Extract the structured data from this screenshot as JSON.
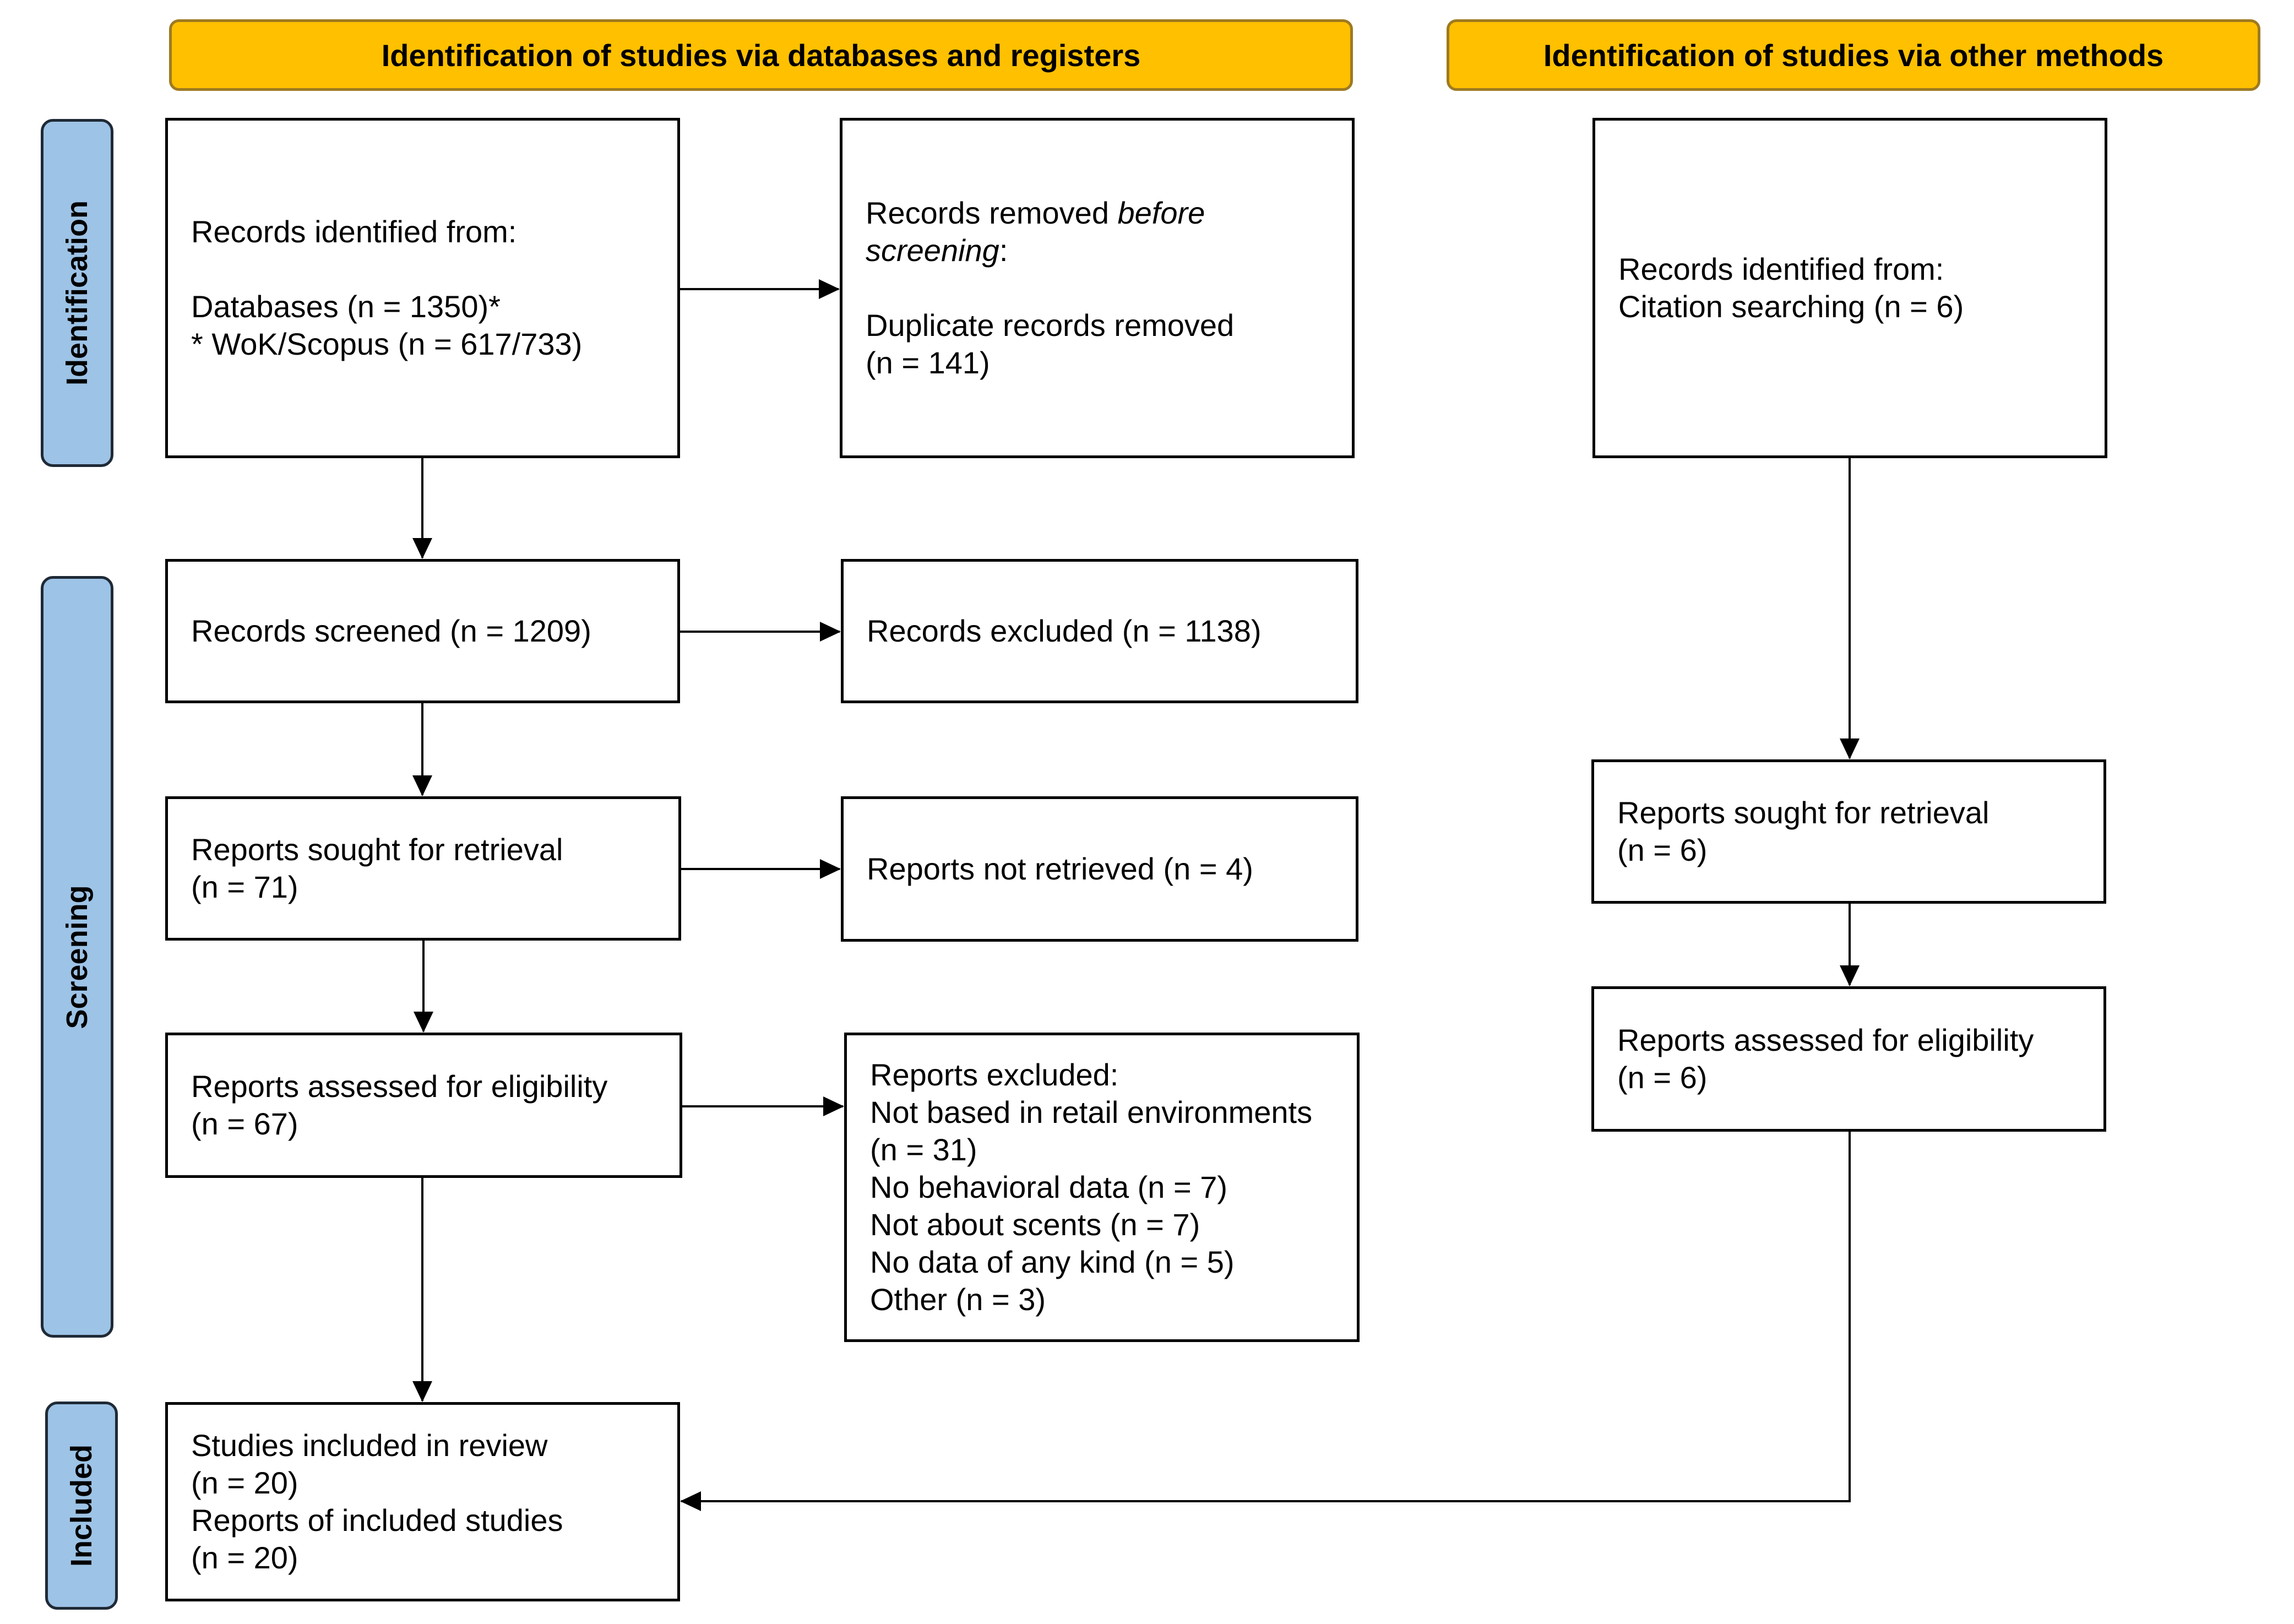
{
  "headers": {
    "databases": "Identification of studies via databases and registers",
    "other": "Identification of studies via other methods"
  },
  "phases": {
    "identification": "Identification",
    "screening": "Screening",
    "included": "Included"
  },
  "boxes": {
    "records_identified": {
      "intro": "Records identified from:",
      "databases": "Databases (n = 1350)*",
      "sources": "* WoK/Scopus (n = 617/733)"
    },
    "records_removed": {
      "label_prefix": "Records removed ",
      "label_italic": "before",
      "label_italic2": "screening",
      "label_colon": ":",
      "duplicates": "Duplicate records removed",
      "duplicates_n": "(n = 141)"
    },
    "other_identified": {
      "intro": "Records identified from:",
      "citation": "Citation searching (n = 6)"
    },
    "records_screened": {
      "text": "Records screened (n = 1209)"
    },
    "records_excluded": {
      "text": "Records excluded (n = 1138)"
    },
    "reports_sought": {
      "label": "Reports sought for retrieval",
      "n": "(n = 71)"
    },
    "reports_not_retrieved": {
      "text": "Reports not retrieved (n = 4)"
    },
    "reports_assessed": {
      "label": "Reports assessed for eligibility",
      "n": "(n = 67)"
    },
    "reports_excluded": {
      "title": "Reports excluded:",
      "reasons": [
        "Not based in retail environments",
        "(n = 31)",
        "No behavioral data (n = 7)",
        "Not about scents (n = 7)",
        "No data of any kind (n = 5)",
        "Other (n = 3)"
      ]
    },
    "other_sought": {
      "label": "Reports sought for retrieval",
      "n": "(n = 6)"
    },
    "other_assessed": {
      "label": "Reports assessed for eligibility",
      "n": "(n = 6)"
    },
    "studies_included": {
      "studies": "Studies included in review",
      "studies_n": "(n = 20)",
      "reports": "Reports of included studies",
      "reports_n": "(n = 20)"
    }
  },
  "colors": {
    "header_fill": "#FFC000",
    "phase_fill": "#9DC3E6",
    "line": "#000000"
  }
}
